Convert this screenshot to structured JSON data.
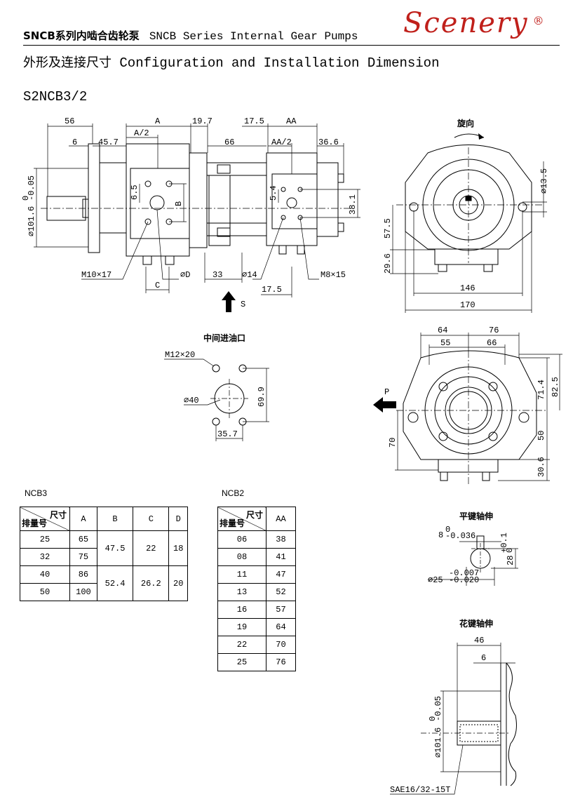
{
  "header": {
    "title_zh": "SNCB系列内啮合齿轮泵",
    "title_en": "SNCB Series Internal Gear Pumps",
    "brand": "Scenery",
    "brand_mark": "®"
  },
  "section": {
    "title_zh": "外形及连接尺寸",
    "title_en": "Configuration and Installation Dimension"
  },
  "model": "S2NCB3/2",
  "side_view": {
    "dims": {
      "d56": "56",
      "dA": "A",
      "d197": "19.7",
      "d175a": "17.5",
      "dAA": "AA",
      "d6": "6",
      "d457": "45.7",
      "dA2": "A/2",
      "d66": "66",
      "dAA2": "AA/2",
      "d366": "36.6",
      "d65": "6.5",
      "dB": "B",
      "d54": "5.4",
      "d381": "38.1",
      "dia1016": "⌀101.6",
      "tol_up": "0",
      "tol_low": "-0.05",
      "m10": "M10×17",
      "dD": "⌀D",
      "d33": "33",
      "d14": "⌀14",
      "m8": "M8×15",
      "dC": "C",
      "d175b": "17.5",
      "s": "S"
    }
  },
  "front_view": {
    "rotation": "旋向",
    "dims": {
      "d135": "⌀13.5",
      "d575": "57.5",
      "d296": "29.6",
      "d146": "146",
      "d170": "170"
    }
  },
  "inlet": {
    "title": "中间进油口",
    "dims": {
      "m12": "M12×20",
      "d40": "⌀40",
      "d699": "69.9",
      "d357": "35.7"
    }
  },
  "rear_view": {
    "dims": {
      "d64": "64",
      "d76": "76",
      "d55": "55",
      "d66": "66",
      "p": "P",
      "d714": "71.4",
      "d825": "82.5",
      "d70": "70",
      "d50": "50",
      "d306": "30.6"
    }
  },
  "flat_key": {
    "title": "平键轴伸",
    "d8": "8",
    "d8_tol_up": "0",
    "d8_tol_low": "-0.036",
    "d28": "28",
    "d28_tol_up": "+0.1",
    "d28_tol_low": "0",
    "d25": "⌀25",
    "d25_tol_up": "-0.007",
    "d25_tol_low": "-0.020"
  },
  "spline": {
    "title": "花键轴伸",
    "d46": "46",
    "d6": "6",
    "dia": "⌀101.6",
    "tol_up": "0",
    "tol_low": "-0.05",
    "sae": "SAE16/32-15T"
  },
  "ncb3": {
    "caption": "NCB3",
    "head_top": "尺寸",
    "head_bottom": "排量号",
    "columns": [
      "A",
      "B",
      "C",
      "D"
    ],
    "rows": [
      {
        "disp": "25",
        "A": "65"
      },
      {
        "disp": "32",
        "A": "75"
      },
      {
        "disp": "40",
        "A": "86"
      },
      {
        "disp": "50",
        "A": "100"
      }
    ],
    "merged": [
      {
        "B": "47.5",
        "C": "22",
        "D": "18"
      },
      {
        "B": "52.4",
        "C": "26.2",
        "D": "20"
      }
    ]
  },
  "ncb2": {
    "caption": "NCB2",
    "head_top": "尺寸",
    "head_bottom": "排量号",
    "column": "AA",
    "rows": [
      {
        "disp": "06",
        "AA": "38"
      },
      {
        "disp": "08",
        "AA": "41"
      },
      {
        "disp": "11",
        "AA": "47"
      },
      {
        "disp": "13",
        "AA": "52"
      },
      {
        "disp": "16",
        "AA": "57"
      },
      {
        "disp": "19",
        "AA": "64"
      },
      {
        "disp": "22",
        "AA": "70"
      },
      {
        "disp": "25",
        "AA": "76"
      }
    ]
  }
}
